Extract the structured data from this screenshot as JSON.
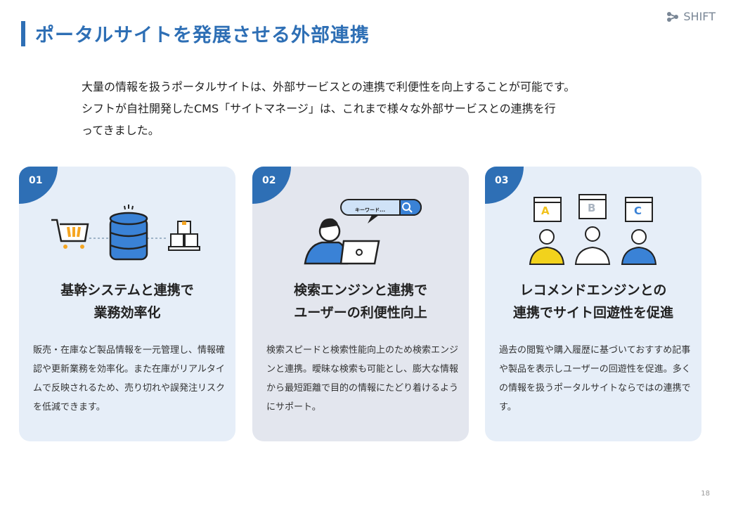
{
  "header": {
    "title": "ポータルサイトを発展させる外部連携",
    "logo": "SHIFT"
  },
  "intro": [
    "大量の情報を扱うポータルサイトは、外部サービスとの連携で利便性を向上することが可能です。",
    "シフトが自社開発したCMS「サイトマネージ」は、これまで様々な外部サービスとの連携を行",
    "ってきました。"
  ],
  "cards": [
    {
      "num": "01",
      "title1": "基幹システムと連携で",
      "title2": "業務効率化",
      "body": "販売・在庫など製品情報を一元管理し、情報確認や更新業務を効率化。また在庫がリアルタイムで反映されるため、売り切れや誤発注リスクを低減できます。"
    },
    {
      "num": "02",
      "title1": "検索エンジンと連携で",
      "title2": "ユーザーの利便性向上",
      "body": "検索スピードと検索性能向上のため検索エンジンと連携。曖昧な検索も可能とし、膨大な情報から最短距離で目的の情報にたどり着けるようにサポート。",
      "search_placeholder": "キーワード..."
    },
    {
      "num": "03",
      "title1": "レコメンドエンジンとの",
      "title2": "連携でサイト回遊性を促進",
      "body": "過去の閲覧や購入履歴に基づいておすすめ記事や製品を表示しユーザーの回遊性を促進。多くの情報を扱うポータルサイトならではの連携です。",
      "labels": [
        "A",
        "B",
        "C"
      ]
    }
  ],
  "page_number": "18",
  "colors": {
    "accent": "#2e6fb5",
    "orange": "#f5a623",
    "yellow": "#f2d21c"
  }
}
